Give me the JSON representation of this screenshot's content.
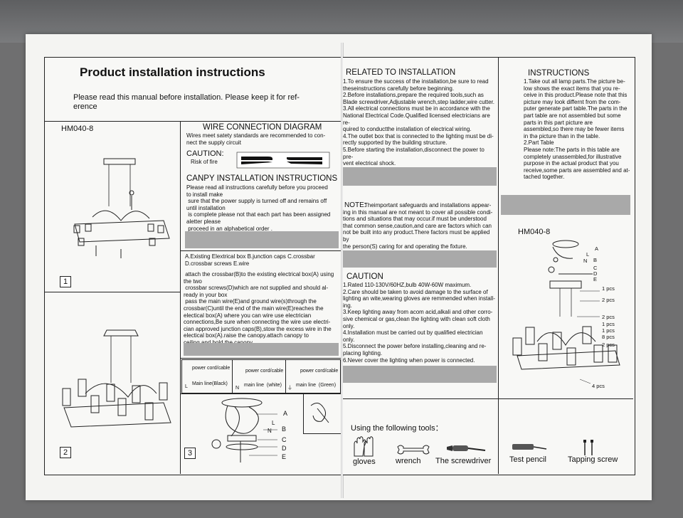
{
  "left": {
    "title": "Product installation instructions",
    "intro": "Please read this manual before installation. Please keep it for ref-\nerence",
    "model": "HM040-8",
    "figure_numbers": [
      "1",
      "2",
      "3"
    ],
    "wire_heading": "WIRE CONNECTION DIAGRAM",
    "wire_text": "Wires meet satety standards are recommended to con-\nnect the supply circuit",
    "caution_label": "CAUTION:",
    "caution_sub": "Risk of fire",
    "canopy_heading": "CANPY INSTALLATION INSTRUCTIONS",
    "canopy_text": "Please read all instructions carefully before you proceed\nto install make\n sure that the power supply is turned off and remains off\nuntil installation\n is complete please not that each part has been assigned\naletter please\n proceed in an alphabetical order .",
    "parts_text": "A.Existing Elextrical box B.junction caps C.crossbar\nD.crossbar screws E.wire",
    "steps_text": " attach the crossbar(B)to the existing electrical box(A) using\nthe two\n crossbar screws(D)which are not supplied and should al-\nready in your box\n pass the main wire(E)and ground wire(s)through the\ncrossbar(C)until the end of the main wire(E)reaches the\nelectical box(A) where you can wire use electrician\nconnections,Be sure when connecting the wire use electri-\ncian approved junction caps(B),stow the excess wire in the\nelectical box(A).raise the canopy.attach canopy to\nceiling,and hold the canopy.",
    "cord_label": "power cord/cable",
    "wires": [
      {
        "letter": "L",
        "name": "Main line(Black)"
      },
      {
        "letter": "N",
        "name": "main line  (white)"
      },
      {
        "letter": "",
        "name": "main line  (Green)"
      }
    ],
    "diagram_letters": [
      "A",
      "L",
      "B",
      "N",
      "C",
      "D",
      "E"
    ]
  },
  "right": {
    "related_heading": "RELATED TO INSTALLATION",
    "related_text": "1.To ensure the success of the installation,be sure to read\ntheseinstructions carefully before beginning.\n2.Before installations,prepare the required tools,such as\nBlade screwdriver,Adjustable wrench,step ladder,wire cutter.\n3.All electrical connections must be in accordance with the\nNational Electrical Code.Qualified licensed electricians are re-\nquired to conductthe installation of electrical wiring.\n4.The outlet box that is connected to the lighting must be di-\nrectly supported by the building structure.\n5.Before starting the installation,disconnect the power to pre-\nvent electrical shock.",
    "note_label": "NOTE:",
    "note_text": "Theimportant safeguards and installations appear-\ning in this manual are not meant to cover all possible condi-\ntions and situations that may occur.if must be understood\nthat common sense,caution,and care are factors which can\nnot be built into any product.There factors must be applied by\nthe person(S) caring for and operating the fixture.",
    "caution_heading": "CAUTION",
    "caution_text": "1.Rated 110-130V/60HZ,bulb 40W-60W maximum.\n2.Care should be taken to avoid damage to the surface of\nlighting an wite,wearing gloves are remmended when install-\ning.\n3.Keep lighting away from acom acid,alkali and other corro-\nsive chemical or gas,clean the lighting with clean soft cloth\nonly.\n4.Installation must be carried out by qualified electrician\nonly.\n5.Disconnect the power before installing,cleaning and re-\nplacing lighting.\n6.Never cover the lighting when power is connected.",
    "instructions_heading": "INSTRUCTIONS",
    "instructions_text": "1.Take out all lamp parts.The picture be-\nlow shows the exact items that you re-\nceive in this product.Please note that this\npicture may look differnt from the com-\nputer generate part table.The parts in the\npart table are not assembled but some\nparts in this part picture are\nassembled,so there may be fewer items\nin thə picture than in the table.\n2.Part Table\nPlease note:The parts in this table are\ncompletely unassembled,for illustrative\npurpose in the actual product that you\nreceive,some parts are assembled and at-\ntached together.",
    "model": "HM040-8",
    "part_letters": [
      "A",
      "L",
      "B",
      "N",
      "C",
      "D",
      "E"
    ],
    "part_counts": [
      "1 pcs",
      "2 pcs",
      "2 pcs",
      "1 pcs",
      "1 pcs",
      "8 pcs",
      "2 pcs",
      "4 pcs"
    ],
    "tools_heading": "Using the following tools：",
    "tools": [
      "gloves",
      "wrench",
      "The screwdriver",
      "Test pencil",
      "Tapping screw"
    ]
  },
  "colors": {
    "band_gray": "#a9a9a9",
    "paper": "#f8f8f6",
    "background": "#6f6f70"
  }
}
